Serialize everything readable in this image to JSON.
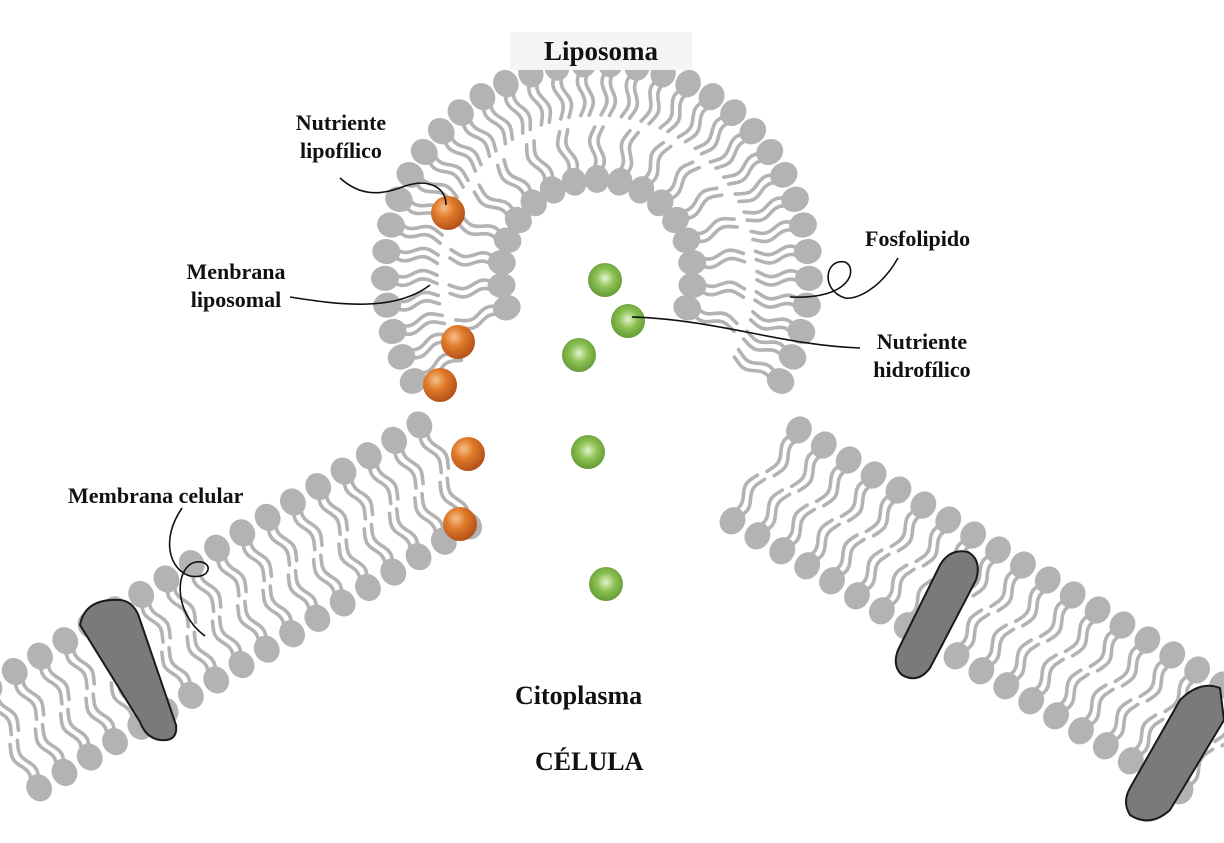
{
  "title": "Liposoma",
  "labels": {
    "nutriente_lipofilico": [
      "Nutriente",
      "lipofílico"
    ],
    "membrana_liposomal": [
      "Menbrana",
      "liposomal"
    ],
    "fosfolipido": "Fosfolipido",
    "nutriente_hidrofilico": [
      "Nutriente",
      "hidrofílico"
    ],
    "membrana_celular": "Membrana celular",
    "citoplasma": "Citoplasma",
    "celula": "CÉLULA"
  },
  "colors": {
    "phospholipid": "#b3b3b3",
    "protein": "#7a7a7a",
    "protein_outline": "#1a1a1a",
    "lipophilic_nutrient": "#e07b2a",
    "hydrophilic_nutrient": "#7cb342",
    "leader_line": "#111111"
  }
}
